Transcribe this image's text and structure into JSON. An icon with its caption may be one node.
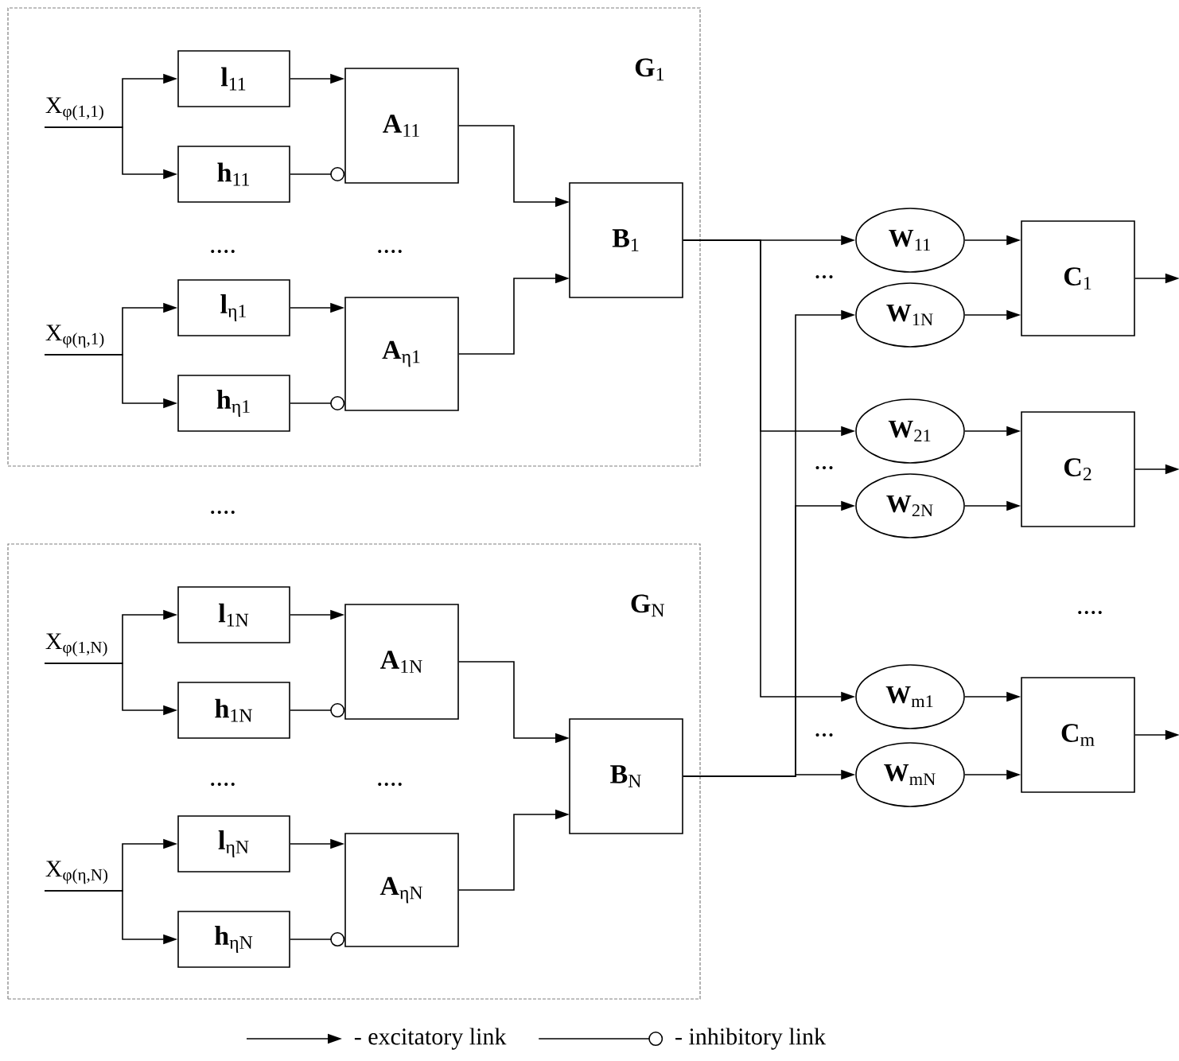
{
  "diagram": {
    "nodes": [
      {
        "text": [
          "**G**$_{1}$"
        ]
      },
      {
        "text": [
          "X$_{φ(1,1)}$"
        ],
        "in": 0
      },
      {
        "text": [
          "**l**$_{11}$"
        ],
        "in": 0
      },
      {
        "text": [
          "**h**$_{11}$"
        ],
        "in": 0
      },
      {
        "text": [
          "**A**$_{11}$"
        ],
        "in": 0
      },
      {
        "text": [
          "X$_{φ(η,1)}$"
        ],
        "in": 0
      },
      {
        "text": [
          "**l**$_{η1}$"
        ],
        "in": 0
      },
      {
        "text": [
          "**h**$_{η1}$"
        ],
        "in": 0
      },
      {
        "text": [
          "**A**$_{η1}$"
        ],
        "in": 0
      },
      {
        "text": [
          "**B**$_{1}$"
        ],
        "in": 0
      },
      {
        "text": [
          "**G**$_{N}$"
        ]
      },
      {
        "text": [
          "X$_{φ(1,N)}$"
        ],
        "in": 10
      },
      {
        "text": [
          "**l**$_{1N}$"
        ],
        "in": 10
      },
      {
        "text": [
          "**h**$_{1N}$"
        ],
        "in": 10
      },
      {
        "text": [
          "**A**$_{1N}$"
        ],
        "in": 10
      },
      {
        "text": [
          "X$_{φ(η,N)}$"
        ],
        "in": 10
      },
      {
        "text": [
          "**l**$_{ηN}$"
        ],
        "in": 10
      },
      {
        "text": [
          "**h**$_{ηN}$"
        ],
        "in": 10
      },
      {
        "text": [
          "**A**$_{ηN}$"
        ],
        "in": 10
      },
      {
        "text": [
          "**B**$_{N}$"
        ],
        "in": 10
      },
      {
        "text": [
          "**W**$_{11}$"
        ]
      },
      {
        "text": [
          "**W**$_{1N}$"
        ]
      },
      {
        "text": [
          "**W**$_{21}$"
        ]
      },
      {
        "text": [
          "**W**$_{2N}$"
        ]
      },
      {
        "text": [
          "**W**$_{m1}$"
        ]
      },
      {
        "text": [
          "**W**$_{mN}$"
        ]
      },
      {
        "text": [
          "**C**$_{1}$"
        ]
      },
      {
        "text": [
          "**C**$_{2}$"
        ]
      },
      {
        "text": [
          "**C**$_{m}$"
        ]
      }
    ],
    "edges": [
      {
        "from": 1,
        "to": 2,
        "arrow": "to"
      },
      {
        "from": 1,
        "to": 3,
        "arrow": "to"
      },
      {
        "from": 2,
        "to": 4,
        "arrow": "to"
      },
      {
        "from": 3,
        "to": 4,
        "arrow": "other"
      },
      {
        "from": 5,
        "to": 6,
        "arrow": "to"
      },
      {
        "from": 5,
        "to": 7,
        "arrow": "to"
      },
      {
        "from": 6,
        "to": 8,
        "arrow": "to"
      },
      {
        "from": 7,
        "to": 8,
        "arrow": "other"
      },
      {
        "from": 4,
        "to": 9,
        "arrow": "to"
      },
      {
        "from": 8,
        "to": 9,
        "arrow": "to"
      },
      {
        "from": 11,
        "to": 12,
        "arrow": "to"
      },
      {
        "from": 11,
        "to": 13,
        "arrow": "to"
      },
      {
        "from": 12,
        "to": 14,
        "arrow": "to"
      },
      {
        "from": 13,
        "to": 14,
        "arrow": "other"
      },
      {
        "from": 15,
        "to": 16,
        "arrow": "to"
      },
      {
        "from": 15,
        "to": 17,
        "arrow": "to"
      },
      {
        "from": 16,
        "to": 18,
        "arrow": "to"
      },
      {
        "from": 17,
        "to": 18,
        "arrow": "other"
      },
      {
        "from": 14,
        "to": 19,
        "arrow": "to"
      },
      {
        "from": 18,
        "to": 19,
        "arrow": "to"
      },
      {
        "from": 9,
        "to": 20,
        "arrow": "to"
      },
      {
        "from": 9,
        "to": 22,
        "arrow": "to"
      },
      {
        "from": 9,
        "to": 24,
        "arrow": "to"
      },
      {
        "from": 19,
        "to": 21,
        "arrow": "to"
      },
      {
        "from": 19,
        "to": 23,
        "arrow": "to"
      },
      {
        "from": 19,
        "to": 25,
        "arrow": "to"
      },
      {
        "from": 20,
        "to": 26,
        "arrow": "to"
      },
      {
        "from": 21,
        "to": 26,
        "arrow": "to"
      },
      {
        "from": 22,
        "to": 27,
        "arrow": "to"
      },
      {
        "from": 23,
        "to": 27,
        "arrow": "to"
      },
      {
        "from": 24,
        "to": 28,
        "arrow": "to"
      },
      {
        "from": 25,
        "to": 28,
        "arrow": "to"
      },
      {
        "from": 26,
        "to": null,
        "arrow": "to"
      },
      {
        "from": 27,
        "to": null,
        "arrow": "to"
      },
      {
        "from": 28,
        "to": null,
        "arrow": "to"
      }
    ],
    "labels": [
      "....",
      "....",
      "...",
      "....",
      "...",
      "....",
      "....",
      "...",
      "...."
    ],
    "legend": [
      {
        "text": "- excitatory link"
      },
      {
        "text": "- inhibitory link"
      }
    ]
  }
}
